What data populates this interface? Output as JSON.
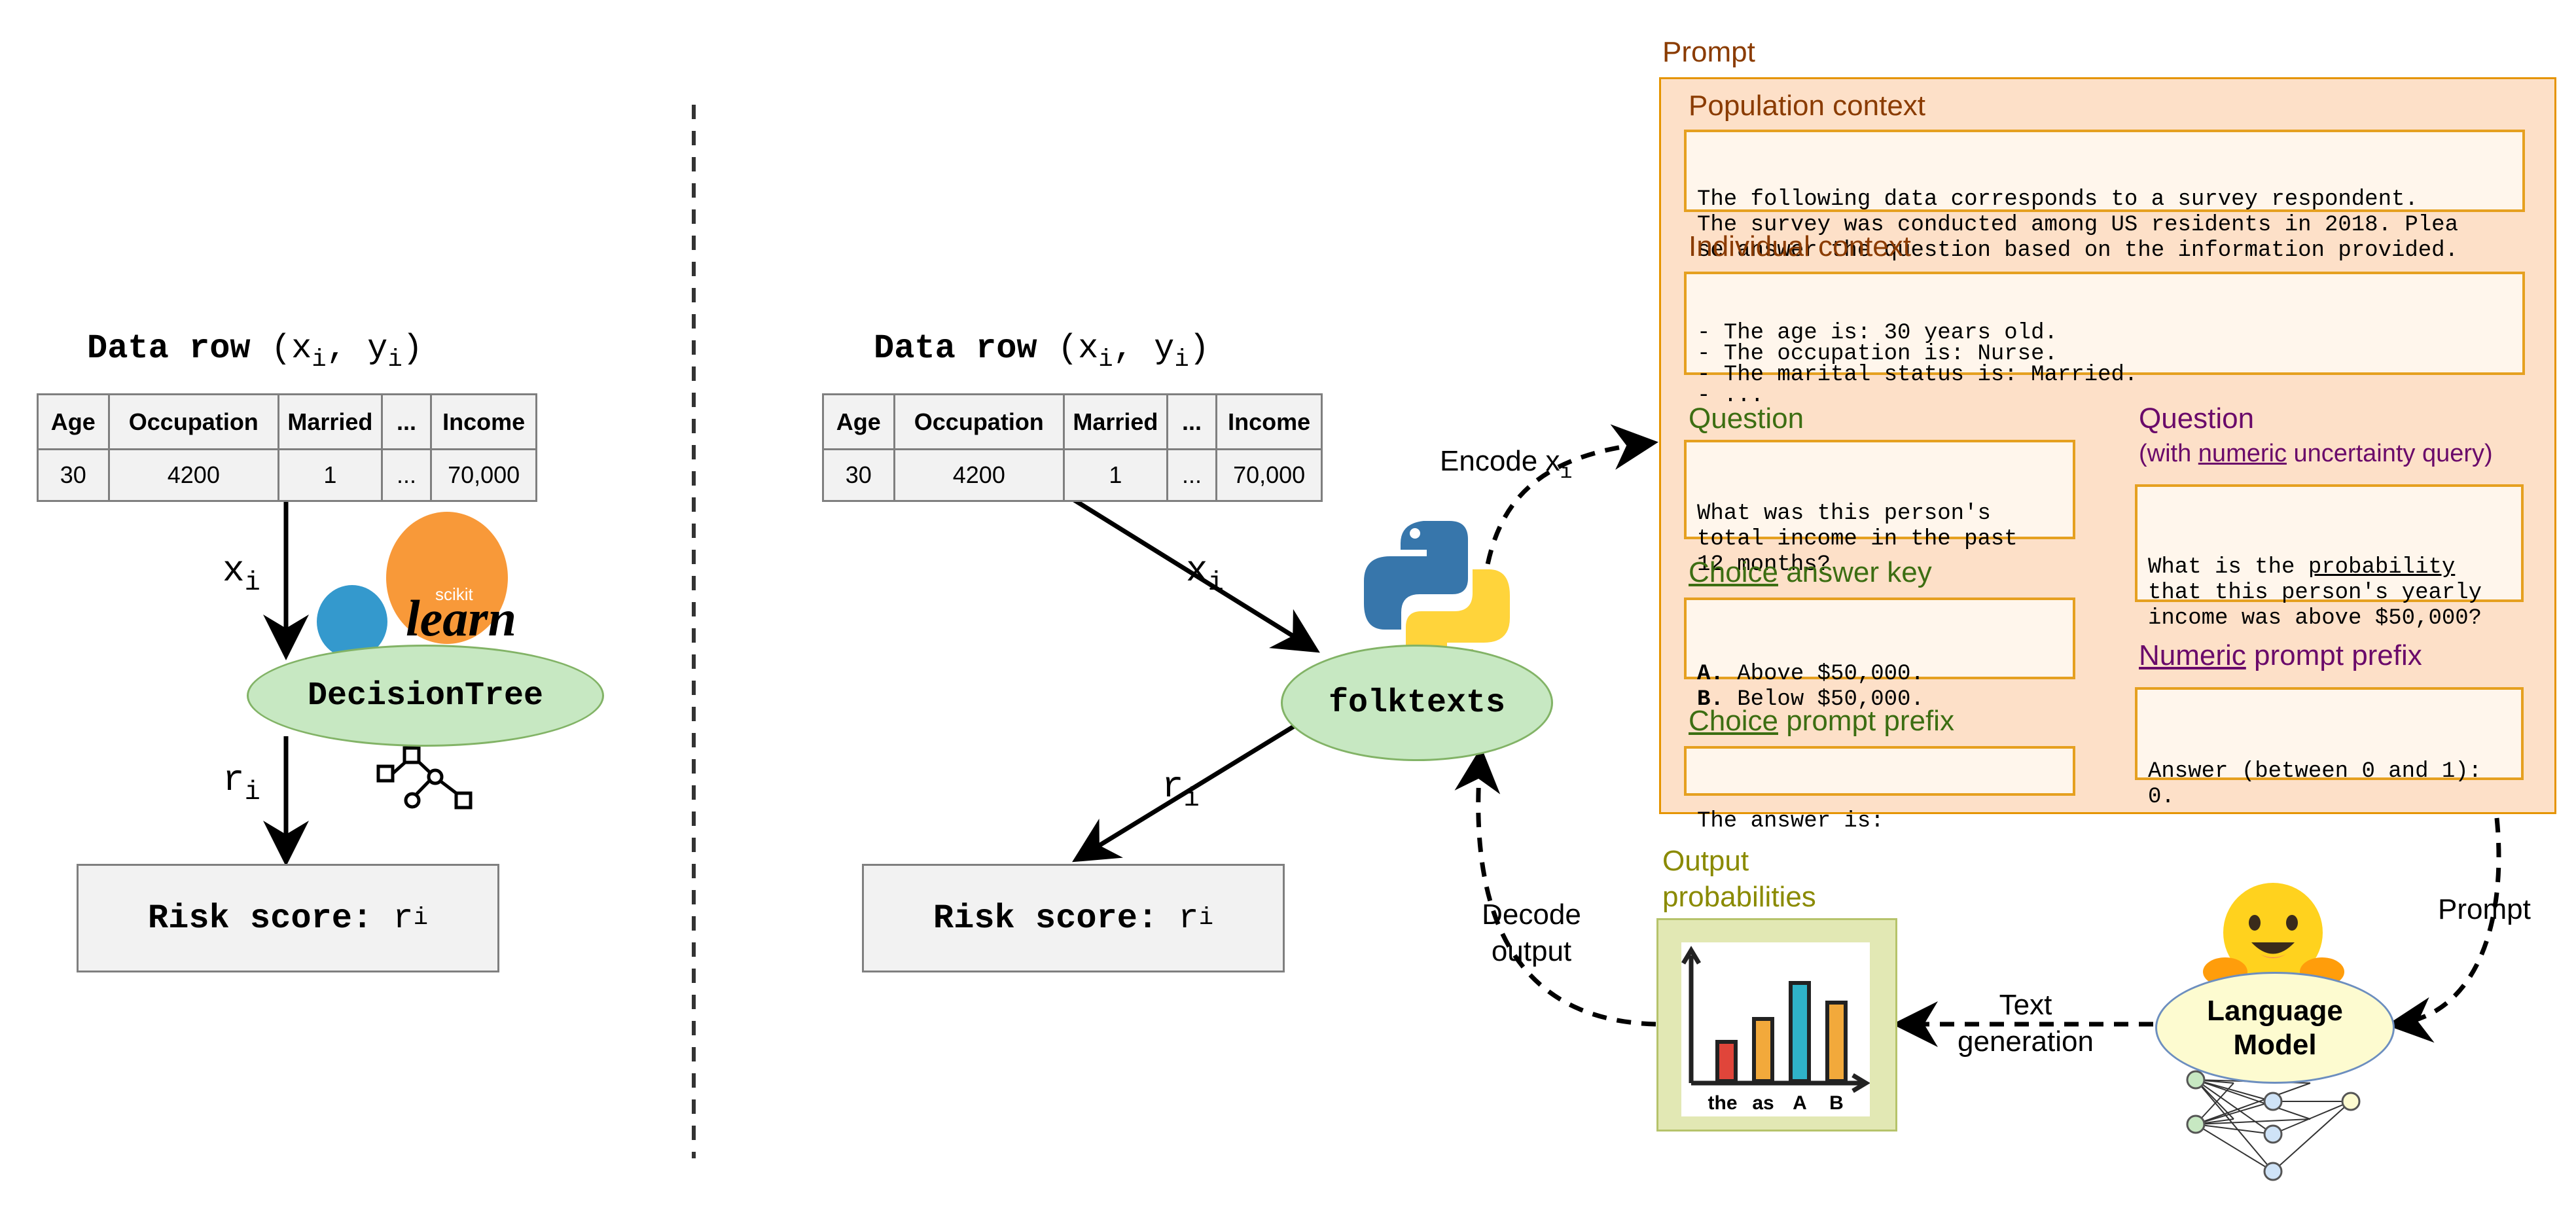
{
  "left": {
    "title_bold": "Data row",
    "title_paren": "(x",
    "title_sub1": "i",
    "title_mid": ", y",
    "title_sub2": "i",
    "title_end": ")",
    "table": {
      "headers": [
        "Age",
        "Occupation",
        "Married",
        "...",
        "Income"
      ],
      "row": [
        "30",
        "4200",
        "1",
        "...",
        "70,000"
      ]
    },
    "x_label": "x",
    "x_sub": "i",
    "r_label": "r",
    "r_sub": "i",
    "model": "DecisionTree",
    "sklearn_small": "scikit",
    "sklearn_big": "learn",
    "risk_prefix": "Risk score:",
    "risk_var": "r",
    "risk_sub": "i"
  },
  "right": {
    "title_bold": "Data row",
    "title_paren": "(x",
    "title_sub1": "i",
    "title_mid": ", y",
    "title_sub2": "i",
    "title_end": ")",
    "table": {
      "headers": [
        "Age",
        "Occupation",
        "Married",
        "...",
        "Income"
      ],
      "row": [
        "30",
        "4200",
        "1",
        "...",
        "70,000"
      ]
    },
    "x_label": "x",
    "x_sub": "i",
    "r_label": "r",
    "r_sub": "i",
    "model": "folktexts",
    "risk_prefix": "Risk score:",
    "risk_var": "r",
    "risk_sub": "i",
    "encode_label": "Encode x",
    "encode_sub": "i",
    "decode_line1": "Decode",
    "decode_line2": "output",
    "text_gen_line1": "Text",
    "text_gen_line2": "generation",
    "prompt_arrow_label": "Prompt",
    "lm_line1": "Language",
    "lm_line2": "Model",
    "output_title_line1": "Output",
    "output_title_line2": "probabilities",
    "output_chart": {
      "type": "bar",
      "categories": [
        "the",
        "as",
        "A",
        "B"
      ]
    }
  },
  "prompt": {
    "title": "Prompt",
    "population_title": "Population context",
    "population_text": [
      "The following data corresponds to a survey respondent.",
      "The survey was conducted among US residents in 2018. Plea",
      "se answer the question based on the information provided."
    ],
    "individual_title": "Individual context",
    "individual_text": [
      "- The age is: 30 years old.",
      "- The occupation is: Nurse.",
      "- The marital status is: Married.",
      "- ..."
    ],
    "question_title": "Question",
    "question_text": [
      "What was this person's",
      "total income in the past",
      "12 months?"
    ],
    "choice_key_title_u": "Choice",
    "choice_key_title_rest": " answer key",
    "choice_a_letter": "A.",
    "choice_a_text": " Above $50,000.",
    "choice_b_letter": "B.",
    "choice_b_text": " Below $50,000.",
    "choice_prefix_title_u": "Choice",
    "choice_prefix_title_rest": " prompt prefix",
    "choice_prefix_text": "The answer is:",
    "numeric_q_title": "Question",
    "numeric_q_sub_pre": "(with ",
    "numeric_q_sub_u": "numeric",
    "numeric_q_sub_post": " uncertainty query)",
    "numeric_q_line1_pre": "What is the ",
    "numeric_q_line1_u": "probability",
    "numeric_q_line2": "that this person's yearly",
    "numeric_q_line3": "income was above $50,000?",
    "numeric_prefix_title_u": "Numeric",
    "numeric_prefix_title_rest": " prompt prefix",
    "numeric_prefix_text": [
      "Answer (between 0 and 1):",
      "0."
    ]
  },
  "colors": {
    "prompt_fill": "#fde0c8",
    "prompt_border": "#e59400",
    "ellipse_green": "#c7e8c2",
    "lm_fill": "#fdfbd0",
    "output_fill": "#e2e8b4"
  }
}
